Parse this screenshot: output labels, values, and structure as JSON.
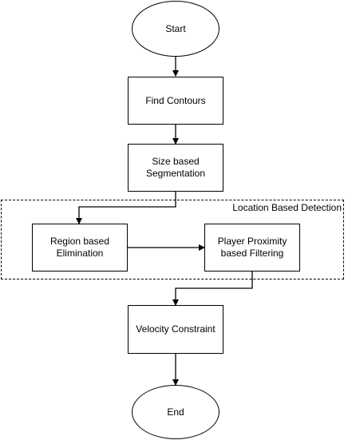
{
  "diagram": {
    "group_label": "Location Based Detection",
    "nodes": {
      "start": "Start",
      "find_contours": "Find Contours",
      "size_segmentation": "Size based\nSegmentation",
      "region_elimination": "Region based\nElimination",
      "player_proximity": "Player Proximity\nbased Filtering",
      "velocity_constraint": "Velocity Constraint",
      "end": "End"
    }
  }
}
